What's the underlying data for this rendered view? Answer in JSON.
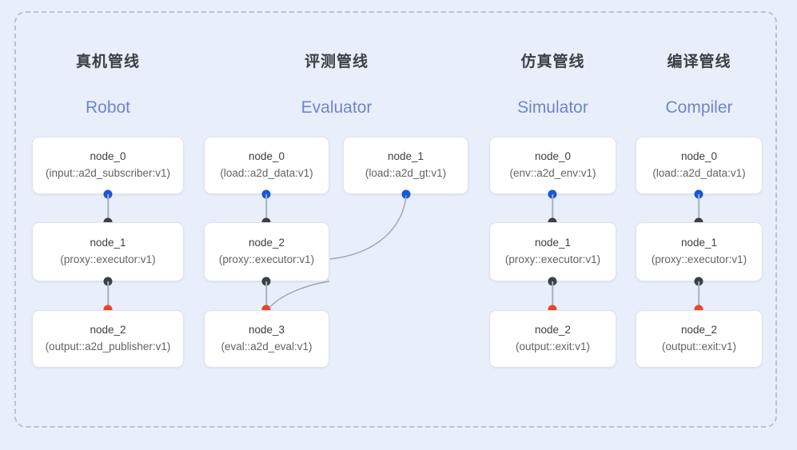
{
  "diagram": {
    "background_color": "#e9eefb",
    "frame_border_color": "#b9c0cf",
    "port_colors": {
      "input": "#1a56d6",
      "internal": "#3c4043",
      "output": "#e8452f"
    },
    "edge_color": "#9aa2b4"
  },
  "columns": [
    {
      "title_cn": "真机管线",
      "title_en": "Robot",
      "nodes": [
        {
          "name": "node_0",
          "type": "(input::a2d_subscriber:v1)"
        },
        {
          "name": "node_1",
          "type": "(proxy::executor:v1)"
        },
        {
          "name": "node_2",
          "type": "(output::a2d_publisher:v1)"
        }
      ]
    },
    {
      "title_cn": "评测管线",
      "title_en": "Evaluator",
      "nodes": [
        {
          "name": "node_0",
          "type": "(load::a2d_data:v1)"
        },
        {
          "name": "node_1",
          "type": "(load::a2d_gt:v1)"
        },
        {
          "name": "node_2",
          "type": "(proxy::executor:v1)"
        },
        {
          "name": "node_3",
          "type": "(eval::a2d_eval:v1)"
        }
      ]
    },
    {
      "title_cn": "仿真管线",
      "title_en": "Simulator",
      "nodes": [
        {
          "name": "node_0",
          "type": "(env::a2d_env:v1)"
        },
        {
          "name": "node_1",
          "type": "(proxy::executor:v1)"
        },
        {
          "name": "node_2",
          "type": "(output::exit:v1)"
        }
      ]
    },
    {
      "title_cn": "编译管线",
      "title_en": "Compiler",
      "nodes": [
        {
          "name": "node_0",
          "type": "(load::a2d_data:v1)"
        },
        {
          "name": "node_1",
          "type": "(proxy::executor:v1)"
        },
        {
          "name": "node_2",
          "type": "(output::exit:v1)"
        }
      ]
    }
  ]
}
